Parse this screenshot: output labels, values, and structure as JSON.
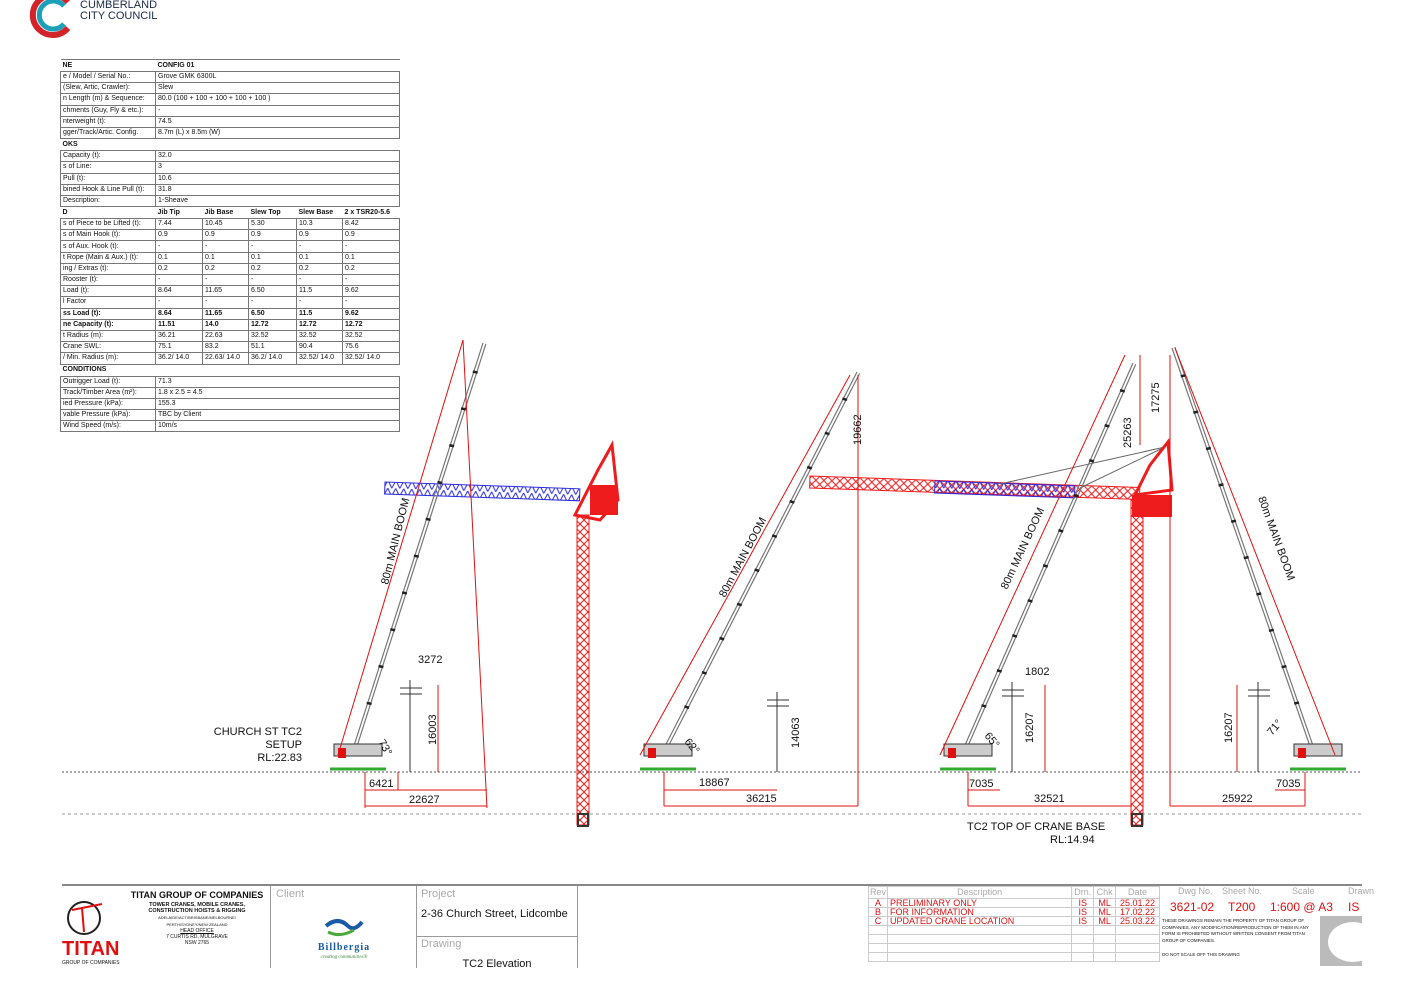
{
  "council": {
    "line1": "CUMBERLAND",
    "line2": "CITY COUNCIL"
  },
  "spec_table": {
    "crane_header": [
      "NE",
      "CONFIG 01"
    ],
    "crane_rows": [
      [
        "e / Model / Serial No.:",
        "Grove GMK 6300L"
      ],
      [
        " (Slew, Artic, Crawler):",
        "Slew"
      ],
      [
        "n Length (m) & Sequence:",
        "80.0 (100 + 100 + 100 + 100 + 100 )"
      ],
      [
        "chments (Guy, Fly & etc.):",
        "-"
      ],
      [
        "nterweight (t):",
        "74.5"
      ],
      [
        "gger/Track/Artic. Config.",
        "8.7m (L) x 8.5m (W)"
      ]
    ],
    "hooks_header": "OKS",
    "hooks_rows": [
      [
        "Capacity (t):",
        "32.0"
      ],
      [
        "s of Line:",
        "3"
      ],
      [
        " Pull (t):",
        "10.6"
      ],
      [
        "bined Hook & Line Pull (t):",
        "31.8"
      ],
      [
        "Description:",
        "1-Sheave"
      ]
    ],
    "load_header": [
      "D",
      "Jib Tip",
      "Jib Base",
      "Slew Top",
      "Slew Base",
      "2 x TSR20-5.6"
    ],
    "load_rows": [
      {
        "bold": false,
        "cells": [
          "s of Piece to be Lifted (t):",
          "7.44",
          "10.45",
          "5.30",
          "10.3",
          "8.42"
        ]
      },
      {
        "bold": false,
        "cells": [
          "s of Main Hook (t):",
          "0.9",
          "0.9",
          "0.9",
          "0.9",
          "0.9"
        ]
      },
      {
        "bold": false,
        "cells": [
          "s of Aux. Hook (t):",
          "-",
          "-",
          "-",
          "-",
          "-"
        ]
      },
      {
        "bold": false,
        "cells": [
          "t Rope (Main & Aux.) (t):",
          "0.1",
          "0.1",
          "0.1",
          "0.1",
          "0.1"
        ]
      },
      {
        "bold": false,
        "cells": [
          "ing / Extras (t):",
          "0.2",
          "0.2",
          "0.2",
          "0.2",
          "0.2"
        ]
      },
      {
        "bold": false,
        "cells": [
          " Rooster (t):",
          "-",
          "-",
          "-",
          "-",
          "-"
        ]
      },
      {
        "bold": false,
        "cells": [
          "Load (t):",
          "8.64",
          "11.65",
          "6.50",
          "11.5",
          "9.62"
        ]
      },
      {
        "bold": false,
        "cells": [
          "l Factor",
          "-",
          "-",
          "-",
          "-",
          "-"
        ]
      },
      {
        "bold": true,
        "cells": [
          "ss Load (t):",
          "8.64",
          "11.65",
          "6.50",
          "11.5",
          "9.62"
        ]
      },
      {
        "bold": true,
        "cells": [
          "ne Capacity (t):",
          "11.51",
          "14.0",
          "12.72",
          "12.72",
          "12.72"
        ]
      },
      {
        "bold": false,
        "cells": [
          "t Radius (m):",
          "36.21",
          "22.63",
          "32.52",
          "32.52",
          "32.52"
        ]
      },
      {
        "bold": false,
        "cells": [
          " Crane SWL:",
          "75.1",
          "83.2",
          "51.1",
          "90.4",
          "75.6"
        ]
      },
      {
        "bold": false,
        "cells": [
          " / Min. Radius (m):",
          "36.2/ 14.0",
          "22.63/ 14.0",
          "36.2/ 14.0",
          "32.52/ 14.0",
          "32.52/ 14.0"
        ]
      }
    ],
    "conditions_header": " CONDITIONS",
    "conditions_rows": [
      [
        " Outrigger Load (t):",
        "71.3"
      ],
      [
        " Track/Timber Area (m²):",
        "1.8 x 2.5 = 4.5"
      ],
      [
        "ied Pressure (kPa):",
        "155.3"
      ],
      [
        "vable Pressure (kPa):",
        "TBC by Client"
      ],
      [
        " Wind Speed (m/s):",
        "10m/s"
      ]
    ]
  },
  "drawing": {
    "boom_label": "80m MAIN BOOM",
    "setup1": {
      "dim_top": "3272",
      "height": "16003",
      "angle": "73°",
      "near": "6421",
      "far": "22627",
      "note1": "CHURCH ST TC2",
      "note2": "SETUP",
      "note3": "RL:22.83"
    },
    "setup2": {
      "tip_height": "19662",
      "angle": "62°",
      "height": "14063",
      "near": "18867",
      "far": "36215"
    },
    "setup3": {
      "tip_height1": "25263",
      "tip_height2": "17275",
      "dim_top": "1802",
      "height": "16207",
      "angle": "65°",
      "near": "7035",
      "far": "32521"
    },
    "setup4": {
      "height": "16207",
      "angle": "71°",
      "near": "7035",
      "far": "25922"
    },
    "tc2_note1": "TC2 TOP OF CRANE BASE",
    "tc2_note2": "RL:14.94",
    "colors": {
      "dimension": "#e01010",
      "tower_crane": "#ee1c1c",
      "jib_blue": "#2a2ae0"
    }
  },
  "title_block": {
    "company": "TITAN GROUP OF COMPANIES",
    "services1": "TOWER CRANES, MOBILE CRANES,",
    "services2": "CONSTRUCTION HOISTS & RIGGING",
    "locations1": "ADELAIDE/ACT/BRISBANE/MELBOURNE/",
    "locations2": "PERTH/SYDNEY/NEW ZEALAND",
    "head_office": "HEAD OFFICE",
    "address1": "7 CURTIS RD, MULGRAVE",
    "address2": "NSW 2765",
    "logo_text": "TITAN",
    "logo_sub": "GROUP OF COMPANIES",
    "client_label": "Client",
    "client_name": "Billbergia",
    "client_tagline": "creating communities®",
    "project_label": "Project",
    "project_value": "2-36 Church Street, Lidcombe",
    "drawing_label": "Drawing",
    "drawing_value": "TC2 Elevation",
    "rev_headers": [
      "Rev",
      "Description",
      "Drn.",
      "Chk",
      "Date"
    ],
    "revisions": [
      [
        "A",
        "PRELIMINARY ONLY",
        "IS",
        "ML",
        "25.01.22"
      ],
      [
        "B",
        "FOR INFORMATION",
        "IS",
        "ML",
        "17.02.22"
      ],
      [
        "C",
        "UPDATED CRANE LOCATION",
        "IS",
        "ML",
        "25.03.22"
      ]
    ],
    "dwg_no_label": "Dwg No.",
    "dwg_no": "3621-02",
    "sheet_label": "Sheet No.",
    "sheet": "T200",
    "scale_label": "Scale",
    "scale": "1:600 @ A3",
    "drawn_label": "Drawn",
    "drawn": "IS",
    "disclaimer": "THESE DRAWINGS REMAIN THE PROPERTY OF TITAN GROUP OF COMPANIES, ANY MODIFICATION/REPRODUCTION OF THEM IN ANY FORM IS PROHIBITED WITHOUT WRITTEN CONSENT FROM TITAN GROUP OF COMPANIES.",
    "no_scale": "DO NOT SCALE OFF THIS DRAWING"
  }
}
